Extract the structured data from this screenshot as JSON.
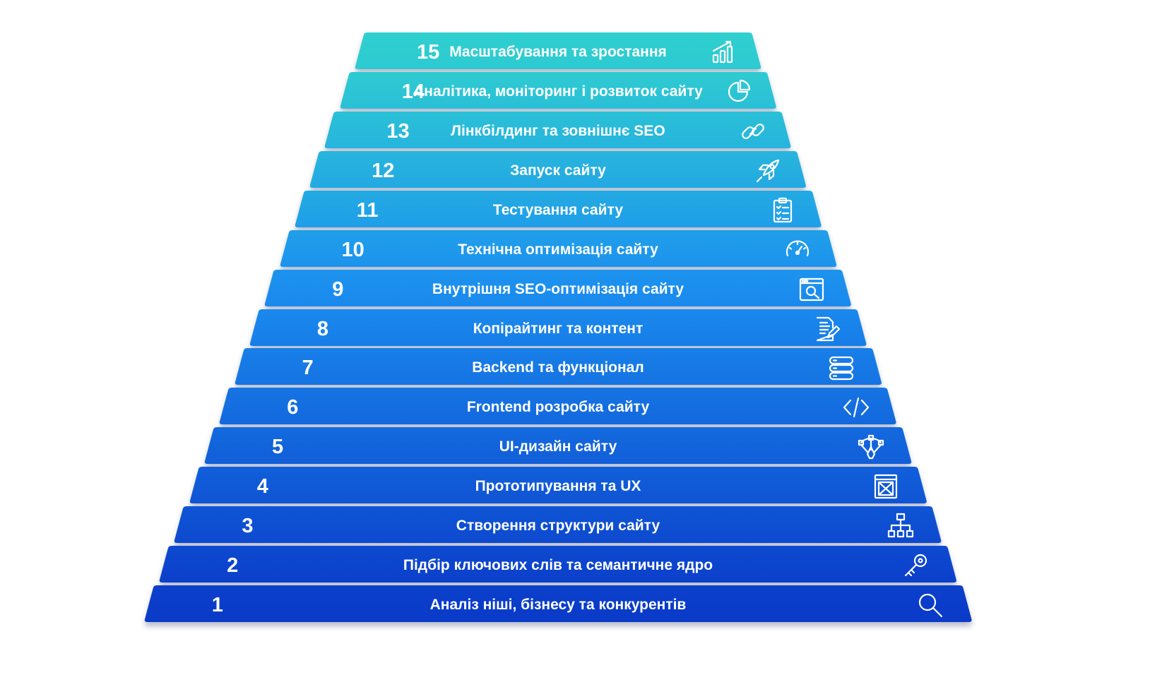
{
  "colors": {
    "top": "#2fd0cf",
    "mid": "#1b8ff0",
    "bottom": "#0a3ac8"
  },
  "steps": [
    {
      "number": "15",
      "label": "Масштабування та зростання",
      "icon": "bar-chart-growth-icon"
    },
    {
      "number": "14",
      "label": "Аналітика, моніторинг і розвиток сайту",
      "icon": "pie-chart-icon"
    },
    {
      "number": "13",
      "label": "Лінкбілдинг та зовнішнє SEO",
      "icon": "link-icon"
    },
    {
      "number": "12",
      "label": "Запуск сайту",
      "icon": "rocket-icon"
    },
    {
      "number": "11",
      "label": "Тестування сайту",
      "icon": "clipboard-checklist-icon"
    },
    {
      "number": "10",
      "label": "Технічна оптимізація сайту",
      "icon": "speedometer-icon"
    },
    {
      "number": "9",
      "label": "Внутрішня SEO-оптимізація сайту",
      "icon": "browser-search-icon"
    },
    {
      "number": "8",
      "label": "Копірайтинг та контент",
      "icon": "document-edit-icon"
    },
    {
      "number": "7",
      "label": "Backend та функціонал",
      "icon": "database-server-icon"
    },
    {
      "number": "6",
      "label": "Frontend розробка сайту",
      "icon": "code-icon"
    },
    {
      "number": "5",
      "label": "UI-дизайн сайту",
      "icon": "vector-pen-icon"
    },
    {
      "number": "4",
      "label": "Прототипування та UX",
      "icon": "wireframe-icon"
    },
    {
      "number": "3",
      "label": "Створення структури сайту",
      "icon": "sitemap-icon"
    },
    {
      "number": "2",
      "label": "Підбір ключових слів та семантичне ядро",
      "icon": "key-icon"
    },
    {
      "number": "1",
      "label": "Аналіз ніші, бізнесу та конкурентів",
      "icon": "search-icon"
    }
  ]
}
